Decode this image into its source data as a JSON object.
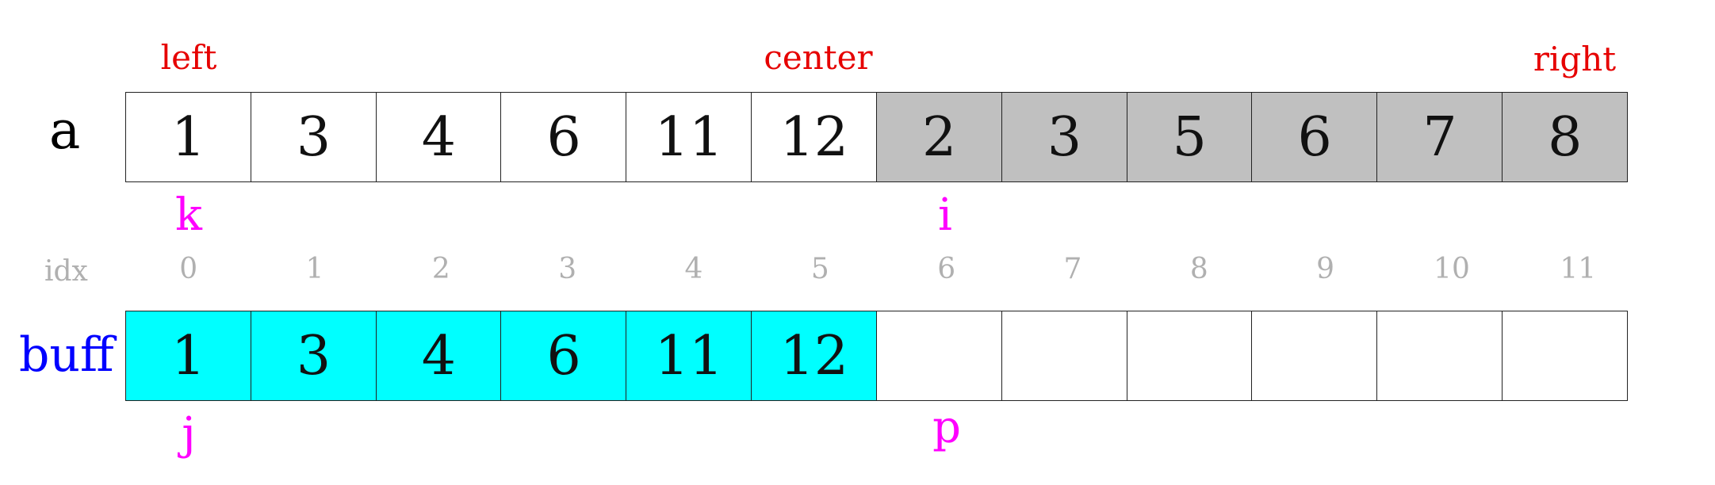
{
  "colors": {
    "range_label": "#e60000",
    "pointer": "#ff00ff",
    "array_a_label": "#000000",
    "array_buff_label": "#0000ff",
    "cell_default": "#ffffff",
    "cell_gray": "#c0c0c0",
    "cell_cyan": "#00ffff",
    "idx_text": "#b0b0b0"
  },
  "range_labels": {
    "left": "left",
    "center": "center",
    "right": "right"
  },
  "array_a": {
    "label": "a",
    "values": [
      "1",
      "3",
      "4",
      "6",
      "11",
      "12",
      "2",
      "3",
      "5",
      "6",
      "7",
      "8"
    ],
    "fills": [
      "white",
      "white",
      "white",
      "white",
      "white",
      "white",
      "gray",
      "gray",
      "gray",
      "gray",
      "gray",
      "gray"
    ]
  },
  "pointers_a": {
    "k": "k",
    "i": "i"
  },
  "index_row": {
    "label": "idx",
    "values": [
      "0",
      "1",
      "2",
      "3",
      "4",
      "5",
      "6",
      "7",
      "8",
      "9",
      "10",
      "11"
    ]
  },
  "array_buff": {
    "label": "buff",
    "values": [
      "1",
      "3",
      "4",
      "6",
      "11",
      "12",
      "",
      "",
      "",
      "",
      "",
      ""
    ],
    "fills": [
      "cyan",
      "cyan",
      "cyan",
      "cyan",
      "cyan",
      "cyan",
      "white",
      "white",
      "white",
      "white",
      "white",
      "white"
    ]
  },
  "pointers_buff": {
    "j": "j",
    "p": "p"
  }
}
